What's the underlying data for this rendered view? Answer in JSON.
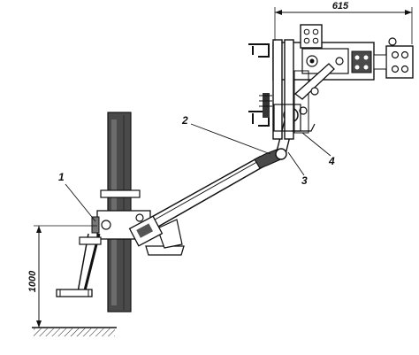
{
  "labels": {
    "part_1": "1",
    "part_2": "2",
    "part_3": "3",
    "part_4": "4"
  },
  "dimensions": {
    "height": "1000",
    "width": "615"
  }
}
